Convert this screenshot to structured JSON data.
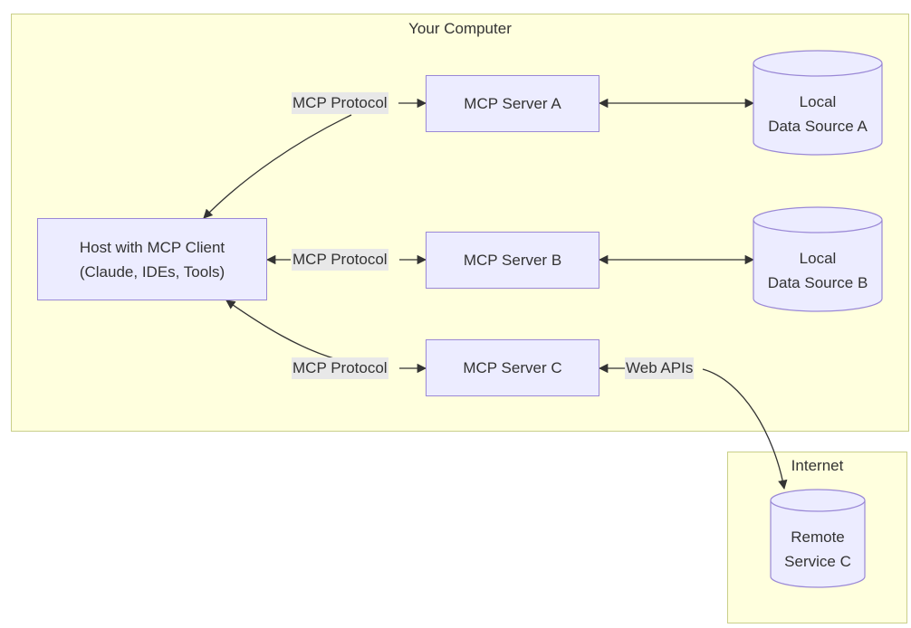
{
  "clusters": {
    "your_computer": "Your Computer",
    "internet": "Internet"
  },
  "nodes": {
    "host": "Host with MCP Client\n(Claude, IDEs, Tools)",
    "server_a": "MCP Server A",
    "server_b": "MCP Server B",
    "server_c": "MCP Server C",
    "local_a": "Local\nData Source A",
    "local_b": "Local\nData Source B",
    "remote_c": "Remote\nService C"
  },
  "edge_labels": {
    "host_server_a": "MCP Protocol",
    "host_server_b": "MCP Protocol",
    "host_server_c": "MCP Protocol",
    "server_c_remote": "Web APIs"
  },
  "colors": {
    "cluster_fill": "#ffffde",
    "cluster_border": "#c9cf8a",
    "node_fill": "#ececff",
    "node_border": "#9a88d6",
    "edge": "#333333",
    "label_bg": "#e8e8e8"
  }
}
